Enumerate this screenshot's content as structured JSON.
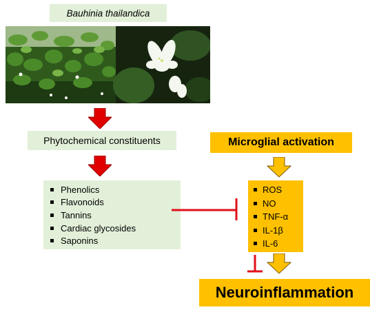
{
  "plant": {
    "name": "Bauhinia thailandica"
  },
  "phytochemical_label": "Phytochemical constituents",
  "constituents": [
    "Phenolics",
    "Flavonoids",
    "Tannins",
    "Cardiac glycosides",
    "Saponins"
  ],
  "microglial_label": "Microglial activation",
  "mediators": [
    "ROS",
    "NO",
    "TNF-α",
    "IL-1β",
    "IL-6"
  ],
  "outcome_label": "Neuroinflammation",
  "colors": {
    "green_box": "#e2f0d9",
    "orange_box": "#ffc000",
    "red_arrow": "#e00000",
    "inhibit_line": "#e0101a"
  },
  "icons": {
    "down_arrow_red": "red-down-arrow-icon",
    "down_arrow_orange": "orange-down-arrow-icon",
    "inhibition": "inhibition-tbar-icon"
  }
}
